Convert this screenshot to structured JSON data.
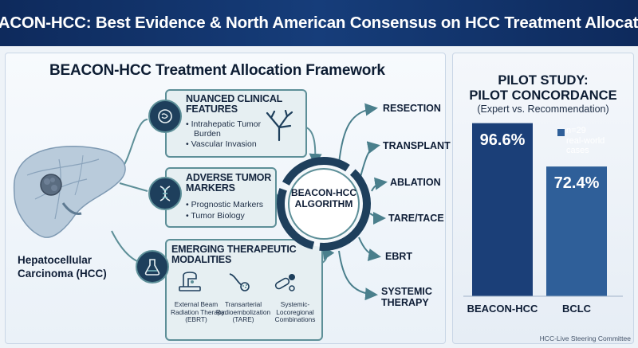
{
  "header": {
    "title": "BEACON-HCC: Best Evidence & North American Consensus on HCC Treatment Allocation"
  },
  "framework": {
    "title": "BEACON-HCC Treatment Allocation Framework",
    "organ_label_line1": "Hepatocellular",
    "organ_label_line2": "Carcinoma (HCC)",
    "algorithm_label_line1": "BEACON-HCC",
    "algorithm_label_line2": "ALGORITHM",
    "inputs": [
      {
        "title_line1": "NUANCED CLINICAL",
        "title_line2": "FEATURES",
        "bullets": [
          "• Intrahepatic Tumor",
          "Burden",
          "• Vascular Invasion"
        ],
        "icon": "microscope-icon"
      },
      {
        "title_line1": "ADVERSE TUMOR",
        "title_line2": "MARKERS",
        "bullets": [
          "• Prognostic Markers",
          "• Tumor Biology"
        ],
        "icon": "dna-icon"
      },
      {
        "title_line1": "EMERGING THERAPEUTIC",
        "title_line2": "MODALITIES",
        "icon": "lab-flask-icon",
        "modalities": [
          {
            "line1": "External Beam",
            "line2": "Radiation Therapy",
            "line3": "(EBRT)",
            "icon": "radiation-machine-icon"
          },
          {
            "line1": "Transarterial",
            "line2": "Radioembolization",
            "line3": "(TARE)",
            "icon": "catheter-icon"
          },
          {
            "line1": "Systemic-",
            "line2": "Locoregional",
            "line3": "Combinations",
            "icon": "pills-icon"
          }
        ]
      }
    ],
    "outputs": [
      "RESECTION",
      "TRANSPLANT",
      "ABLATION",
      "TARE/TACE",
      "EBRT",
      "SYSTEMIC",
      "THERAPY"
    ]
  },
  "pilot": {
    "title_line1": "PILOT STUDY:",
    "title_line2": "PILOT CONCORDANCE",
    "subtitle": "(Expert vs. Recommendation)",
    "legend_line1": "n=29",
    "legend_line2": "real-world",
    "legend_line3": "cases"
  },
  "chart_data": {
    "type": "bar",
    "title": "PILOT STUDY: PILOT CONCORDANCE",
    "subtitle": "(Expert vs. Recommendation)",
    "categories": [
      "BEACON-HCC",
      "BCLC"
    ],
    "values": [
      96.6,
      72.4
    ],
    "value_labels": [
      "96.6%",
      "72.4%"
    ],
    "unit": "%",
    "ylim": [
      0,
      100
    ],
    "colors": [
      "#1b3f78",
      "#2f5f99"
    ],
    "annotation": "n=29 real-world cases",
    "legend": "top-right"
  },
  "footer": {
    "credit": "HCC-Live Steering Committee"
  },
  "colors": {
    "header_bg": "#163d7a",
    "box_border": "#5d8f98",
    "box_fill": "#e6eff2",
    "bar_primary": "#1b3f78",
    "bar_secondary": "#2f5f99"
  }
}
